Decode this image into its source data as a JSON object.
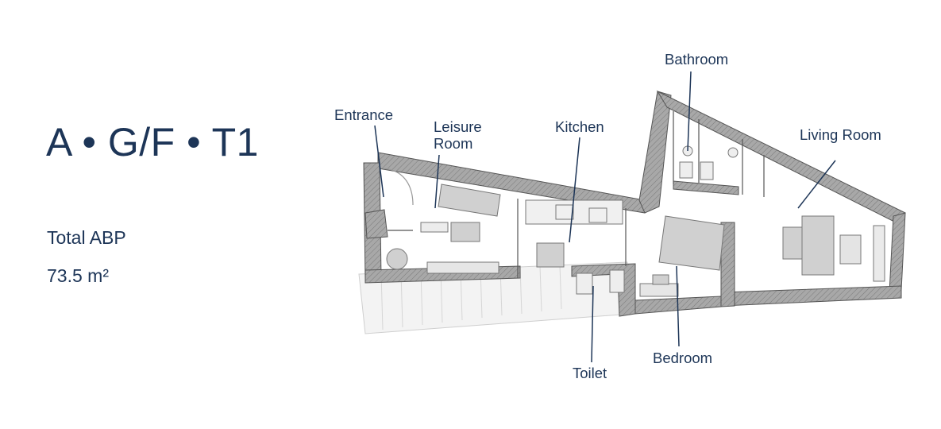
{
  "unit": {
    "title": "A • G/F • T1",
    "abp_label": "Total ABP",
    "abp_value": "73.5 m²"
  },
  "rooms": {
    "entrance": "Entrance",
    "leisure_line1": "Leisure",
    "leisure_line2": "Room",
    "kitchen": "Kitchen",
    "bathroom": "Bathroom",
    "living_room": "Living Room",
    "bedroom": "Bedroom",
    "toilet": "Toilet"
  },
  "colors": {
    "text": "#1d3557",
    "wall": "#9a9a9a",
    "furniture": "#d0d0d0"
  }
}
